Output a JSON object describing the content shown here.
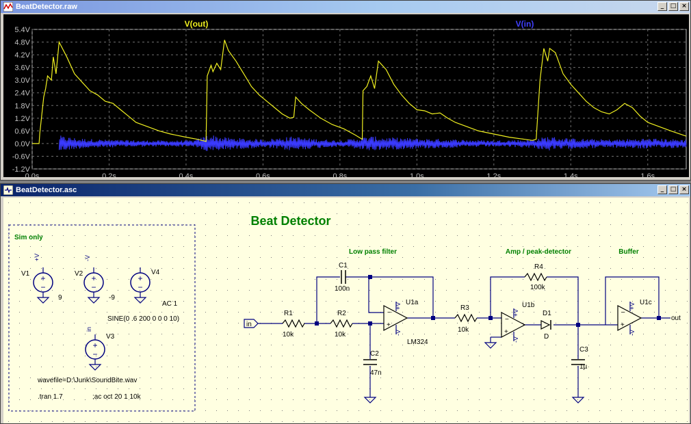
{
  "plot_window": {
    "title": "BeatDetector.raw",
    "trace_out_label": "V(out)",
    "trace_in_label": "V(in)",
    "colors": {
      "background": "#000000",
      "trace_out": "#f0f020",
      "trace_in": "#4040ff",
      "axis_text": "#c0c0c0",
      "grid": "#707070"
    },
    "y_ticks": [
      "5.4V",
      "4.8V",
      "4.2V",
      "3.6V",
      "3.0V",
      "2.4V",
      "1.8V",
      "1.2V",
      "0.6V",
      "0.0V",
      "-0.6V",
      "-1.2V"
    ],
    "x_ticks": [
      "0.0s",
      "0.2s",
      "0.4s",
      "0.6s",
      "0.8s",
      "1.0s",
      "1.2s",
      "1.4s",
      "1.6s"
    ]
  },
  "chart_data": {
    "type": "line",
    "xlabel": "",
    "ylabel": "",
    "xlim": [
      0.0,
      1.7
    ],
    "ylim": [
      -1.2,
      5.4
    ],
    "grid": true,
    "series": [
      {
        "name": "V(out)",
        "x": [
          0.0,
          0.018,
          0.02,
          0.03,
          0.035,
          0.04,
          0.05,
          0.055,
          0.062,
          0.07,
          0.09,
          0.11,
          0.13,
          0.15,
          0.17,
          0.19,
          0.21,
          0.23,
          0.25,
          0.27,
          0.3,
          0.33,
          0.36,
          0.4,
          0.43,
          0.452,
          0.455,
          0.465,
          0.47,
          0.48,
          0.49,
          0.5,
          0.51,
          0.53,
          0.55,
          0.57,
          0.59,
          0.61,
          0.63,
          0.65,
          0.67,
          0.68,
          0.685,
          0.7,
          0.72,
          0.75,
          0.78,
          0.81,
          0.84,
          0.858,
          0.86,
          0.87,
          0.88,
          0.89,
          0.9,
          0.92,
          0.94,
          0.96,
          0.98,
          1.0,
          1.02,
          1.04,
          1.06,
          1.08,
          1.1,
          1.13,
          1.16,
          1.2,
          1.24,
          1.28,
          1.3,
          1.31,
          1.32,
          1.33,
          1.34,
          1.345,
          1.36,
          1.38,
          1.4,
          1.42,
          1.44,
          1.46,
          1.48,
          1.5,
          1.52,
          1.54,
          1.56,
          1.58,
          1.6,
          1.63,
          1.66,
          1.7
        ],
        "values": [
          0.0,
          0.0,
          0.5,
          2.2,
          2.6,
          3.2,
          3.0,
          4.1,
          3.3,
          4.8,
          4.1,
          3.3,
          2.9,
          2.5,
          2.3,
          2.0,
          1.9,
          1.6,
          1.3,
          1.0,
          0.8,
          0.6,
          0.45,
          0.3,
          0.2,
          0.1,
          3.2,
          3.7,
          3.4,
          3.8,
          3.5,
          4.9,
          4.4,
          3.9,
          3.3,
          2.7,
          2.3,
          2.0,
          1.7,
          1.4,
          1.2,
          1.25,
          2.2,
          1.9,
          1.6,
          1.2,
          0.9,
          0.7,
          0.4,
          0.2,
          2.5,
          2.7,
          3.2,
          2.6,
          3.9,
          3.5,
          2.8,
          2.3,
          1.9,
          1.6,
          1.55,
          1.4,
          1.45,
          1.2,
          1.0,
          0.8,
          0.6,
          0.45,
          0.3,
          0.2,
          0.15,
          0.2,
          3.0,
          4.5,
          3.9,
          4.5,
          4.3,
          3.3,
          2.8,
          2.4,
          2.0,
          1.7,
          1.5,
          1.4,
          1.6,
          1.9,
          1.7,
          1.3,
          1.0,
          0.8,
          0.6,
          0.35
        ]
      },
      {
        "name": "V(in)",
        "noise_envelope": {
          "x": [
            0.0,
            0.05,
            0.08,
            0.12,
            0.2,
            0.3,
            0.42,
            0.46,
            0.5,
            0.6,
            0.68,
            0.72,
            0.8,
            0.88,
            0.92,
            1.0,
            1.1,
            1.2,
            1.3,
            1.34,
            1.4,
            1.5,
            1.6,
            1.7
          ],
          "amplitude": [
            0.35,
            0.5,
            0.35,
            0.25,
            0.18,
            0.15,
            0.15,
            0.45,
            0.3,
            0.2,
            0.35,
            0.25,
            0.15,
            0.35,
            0.3,
            0.25,
            0.2,
            0.15,
            0.2,
            0.35,
            0.25,
            0.2,
            0.25,
            0.2
          ]
        }
      }
    ]
  },
  "schematic_window": {
    "title": "BeatDetector.asc",
    "heading": "Beat Detector",
    "sim_only_label": "Sim only",
    "section_labels": {
      "lowpass": "Low pass filter",
      "amp": "Amp / peak-detector",
      "buffer": "Buffer"
    },
    "sources": {
      "v1": {
        "name": "V1",
        "value": "9"
      },
      "v2": {
        "name": "V2",
        "value": "-9"
      },
      "v4": {
        "name": "V4",
        "value": "AC 1",
        "spec": "SINE(0 .6 200 0 0 0 10)"
      },
      "v3": {
        "name": "V3"
      }
    },
    "net_labels": {
      "plus": "+V",
      "minus": "-V",
      "in": "in",
      "out": "out"
    },
    "components": {
      "r1": {
        "name": "R1",
        "value": "10k"
      },
      "r2": {
        "name": "R2",
        "value": "10k"
      },
      "r3": {
        "name": "R3",
        "value": "10k"
      },
      "r4": {
        "name": "R4",
        "value": "100k"
      },
      "c1": {
        "name": "C1",
        "value": "100n"
      },
      "c2": {
        "name": "C2",
        "value": "47n"
      },
      "c3": {
        "name": "C3",
        "value": "1µ"
      },
      "d1": {
        "name": "D1",
        "value": "D"
      },
      "u1a": {
        "name": "U1a",
        "model": "LM324"
      },
      "u1b": {
        "name": "U1b"
      },
      "u1c": {
        "name": "U1c"
      }
    },
    "directives": {
      "wavefile": "wavefile=D:\\Junk\\SoundBite.wav",
      "tran": ".tran 1.7",
      "ac": ";ac oct 20 1 10k"
    },
    "colors": {
      "background": "#ffffe1",
      "wire": "#000080",
      "component": "#000000",
      "label": "#008000",
      "heading": "#008000",
      "dot": "#7a7a7a"
    }
  }
}
